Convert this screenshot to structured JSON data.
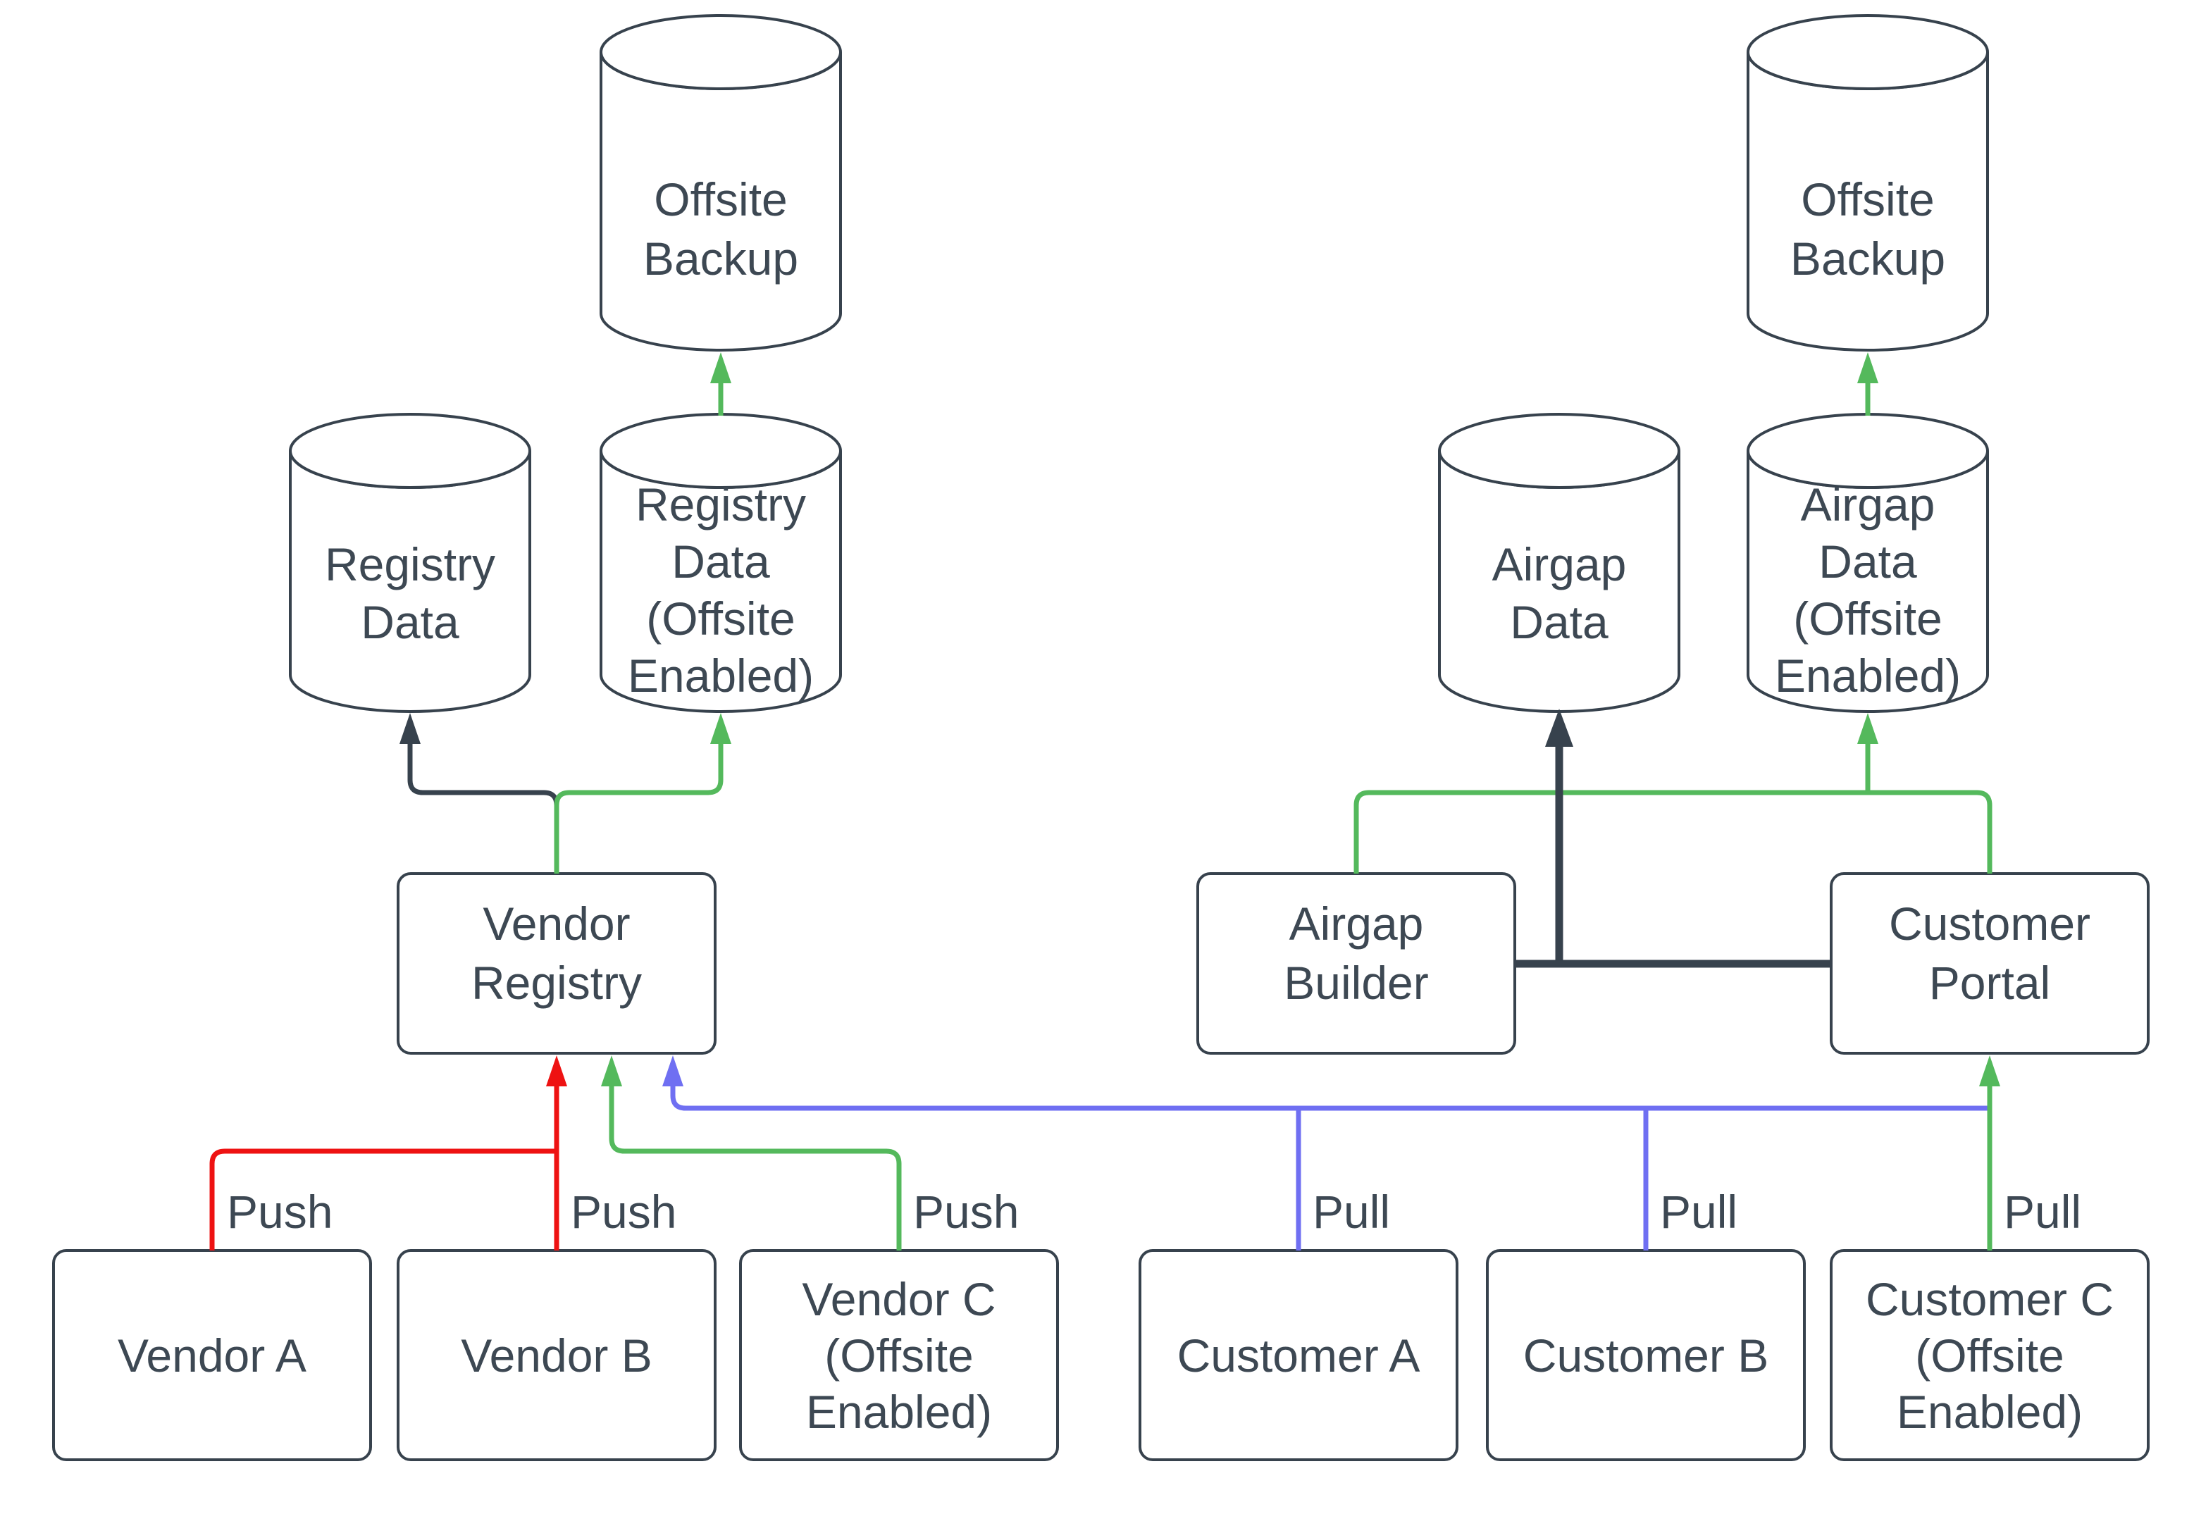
{
  "colors": {
    "dark": "#37424d",
    "text": "#3d4853",
    "red": "#ee1212",
    "green": "#54b95c",
    "blue": "#6f6ff2",
    "background": "#ffffff"
  },
  "nodes": {
    "offsite_backup_left": {
      "type": "cylinder",
      "label_lines": [
        "Offsite",
        "Backup"
      ]
    },
    "registry_data": {
      "type": "cylinder",
      "label_lines": [
        "Registry",
        "Data"
      ]
    },
    "registry_data_offsite": {
      "type": "cylinder",
      "label_lines": [
        "Registry",
        "Data",
        "(Offsite",
        "Enabled)"
      ]
    },
    "vendor_registry": {
      "type": "rect",
      "label_lines": [
        "Vendor",
        "Registry"
      ]
    },
    "vendor_a": {
      "type": "rect",
      "label_lines": [
        "Vendor A"
      ]
    },
    "vendor_b": {
      "type": "rect",
      "label_lines": [
        "Vendor B"
      ]
    },
    "vendor_c": {
      "type": "rect",
      "label_lines": [
        "Vendor C",
        "(Offsite",
        "Enabled)"
      ]
    },
    "offsite_backup_right": {
      "type": "cylinder",
      "label_lines": [
        "Offsite",
        "Backup"
      ]
    },
    "airgap_data": {
      "type": "cylinder",
      "label_lines": [
        "Airgap",
        "Data"
      ]
    },
    "airgap_data_offsite": {
      "type": "cylinder",
      "label_lines": [
        "Airgap",
        "Data",
        "(Offsite",
        "Enabled)"
      ]
    },
    "airgap_builder": {
      "type": "rect",
      "label_lines": [
        "Airgap",
        "Builder"
      ]
    },
    "customer_portal": {
      "type": "rect",
      "label_lines": [
        "Customer",
        "Portal"
      ]
    },
    "customer_a": {
      "type": "rect",
      "label_lines": [
        "Customer A"
      ]
    },
    "customer_b": {
      "type": "rect",
      "label_lines": [
        "Customer B"
      ]
    },
    "customer_c": {
      "type": "rect",
      "label_lines": [
        "Customer C",
        "(Offsite",
        "Enabled)"
      ]
    }
  },
  "edges": {
    "vendor_a_push": {
      "label": "Push",
      "color": "red",
      "from": "vendor_a",
      "to": "vendor_registry"
    },
    "vendor_b_push": {
      "label": "Push",
      "color": "red",
      "from": "vendor_b",
      "to": "vendor_registry"
    },
    "vendor_c_push": {
      "label": "Push",
      "color": "green",
      "from": "vendor_c",
      "to": "vendor_registry"
    },
    "customer_a_pull": {
      "label": "Pull",
      "color": "blue",
      "from": "customer_a",
      "to": "vendor_registry"
    },
    "customer_b_pull": {
      "label": "Pull",
      "color": "blue",
      "from": "customer_b",
      "to": "vendor_registry"
    },
    "customer_c_pull": {
      "label": "Pull",
      "color": "green",
      "from": "customer_c",
      "to": "customer_portal"
    },
    "registry_to_registry_data": {
      "color": "dark",
      "from": "vendor_registry",
      "to": "registry_data"
    },
    "registry_to_registry_data_offsite": {
      "color": "green",
      "from": "vendor_registry",
      "to": "registry_data_offsite"
    },
    "registry_data_offsite_to_backup": {
      "color": "green",
      "from": "registry_data_offsite",
      "to": "offsite_backup_left"
    },
    "portal_builder_to_airgap_data": {
      "color": "dark",
      "from": "customer_portal / airgap_builder",
      "to": "airgap_data"
    },
    "builder_portal_to_airgap_data_offsite": {
      "color": "green",
      "from": "airgap_builder / customer_portal",
      "to": "airgap_data_offsite"
    },
    "airgap_data_offsite_to_backup": {
      "color": "green",
      "from": "airgap_data_offsite",
      "to": "offsite_backup_right"
    }
  }
}
